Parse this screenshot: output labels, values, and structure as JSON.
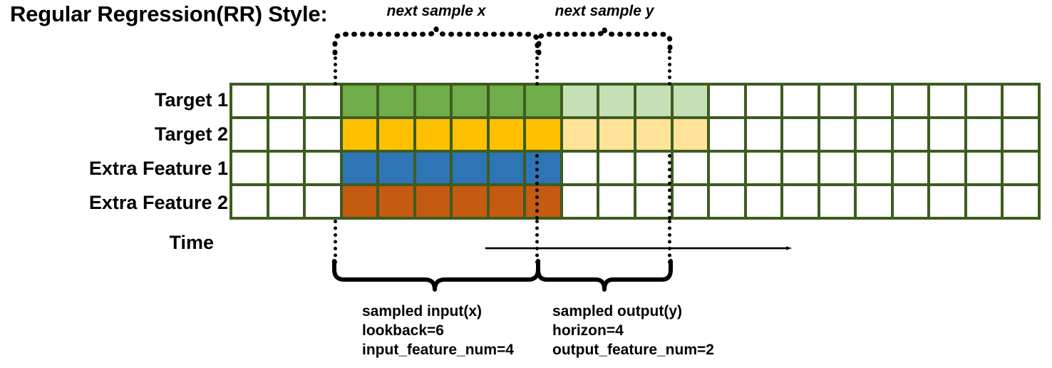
{
  "title": "Regular Regression(RR) Style:",
  "rows": [
    {
      "label": "Target 1",
      "name": "target-1"
    },
    {
      "label": "Target 2",
      "name": "target-2"
    },
    {
      "label": "Extra Feature 1",
      "name": "extra-feature-1"
    },
    {
      "label": "Extra Feature 2",
      "name": "extra-feature-2"
    }
  ],
  "axis": {
    "label": "Time",
    "arrow_icon": "arrow-right-icon"
  },
  "grid": {
    "columns": 22,
    "rows": 4,
    "border_color": "#3d5c1f",
    "empty_color": "#ffffff",
    "input_start_col": 4,
    "input_end_col": 9,
    "output_start_col": 10,
    "output_end_col": 13,
    "row_colors": [
      {
        "active": "#6fac4a",
        "faded": "#c5e0b4"
      },
      {
        "active": "#ffc000",
        "faded": "#ffe399"
      },
      {
        "active": "#2e75b6",
        "faded": null
      },
      {
        "active": "#c55a11",
        "faded": null
      }
    ],
    "cells": [
      [
        "#ffffff",
        "#ffffff",
        "#ffffff",
        "#6fac4a",
        "#6fac4a",
        "#6fac4a",
        "#6fac4a",
        "#6fac4a",
        "#6fac4a",
        "#c5e0b4",
        "#c5e0b4",
        "#c5e0b4",
        "#c5e0b4",
        "#ffffff",
        "#ffffff",
        "#ffffff",
        "#ffffff",
        "#ffffff",
        "#ffffff",
        "#ffffff",
        "#ffffff",
        "#ffffff"
      ],
      [
        "#ffffff",
        "#ffffff",
        "#ffffff",
        "#ffc000",
        "#ffc000",
        "#ffc000",
        "#ffc000",
        "#ffc000",
        "#ffc000",
        "#ffe399",
        "#ffe399",
        "#ffe399",
        "#ffe399",
        "#ffffff",
        "#ffffff",
        "#ffffff",
        "#ffffff",
        "#ffffff",
        "#ffffff",
        "#ffffff",
        "#ffffff",
        "#ffffff"
      ],
      [
        "#ffffff",
        "#ffffff",
        "#ffffff",
        "#2e75b6",
        "#2e75b6",
        "#2e75b6",
        "#2e75b6",
        "#2e75b6",
        "#2e75b6",
        "#ffffff",
        "#ffffff",
        "#ffffff",
        "#ffffff",
        "#ffffff",
        "#ffffff",
        "#ffffff",
        "#ffffff",
        "#ffffff",
        "#ffffff",
        "#ffffff",
        "#ffffff",
        "#ffffff"
      ],
      [
        "#ffffff",
        "#ffffff",
        "#ffffff",
        "#c55a11",
        "#c55a11",
        "#c55a11",
        "#c55a11",
        "#c55a11",
        "#c55a11",
        "#ffffff",
        "#ffffff",
        "#ffffff",
        "#ffffff",
        "#ffffff",
        "#ffffff",
        "#ffffff",
        "#ffffff",
        "#ffffff",
        "#ffffff",
        "#ffffff",
        "#ffffff",
        "#ffffff"
      ]
    ]
  },
  "top_annotations": [
    {
      "name": "next-sample-x",
      "label": "next sample x"
    },
    {
      "name": "next-sample-y",
      "label": "next sample y"
    }
  ],
  "bottom_annotations": [
    {
      "name": "sampled-input",
      "lines": [
        "sampled input(x)",
        "lookback=6",
        "input_feature_num=4"
      ]
    },
    {
      "name": "sampled-output",
      "lines": [
        "sampled output(y)",
        "horizon=4",
        "output_feature_num=2"
      ]
    }
  ]
}
